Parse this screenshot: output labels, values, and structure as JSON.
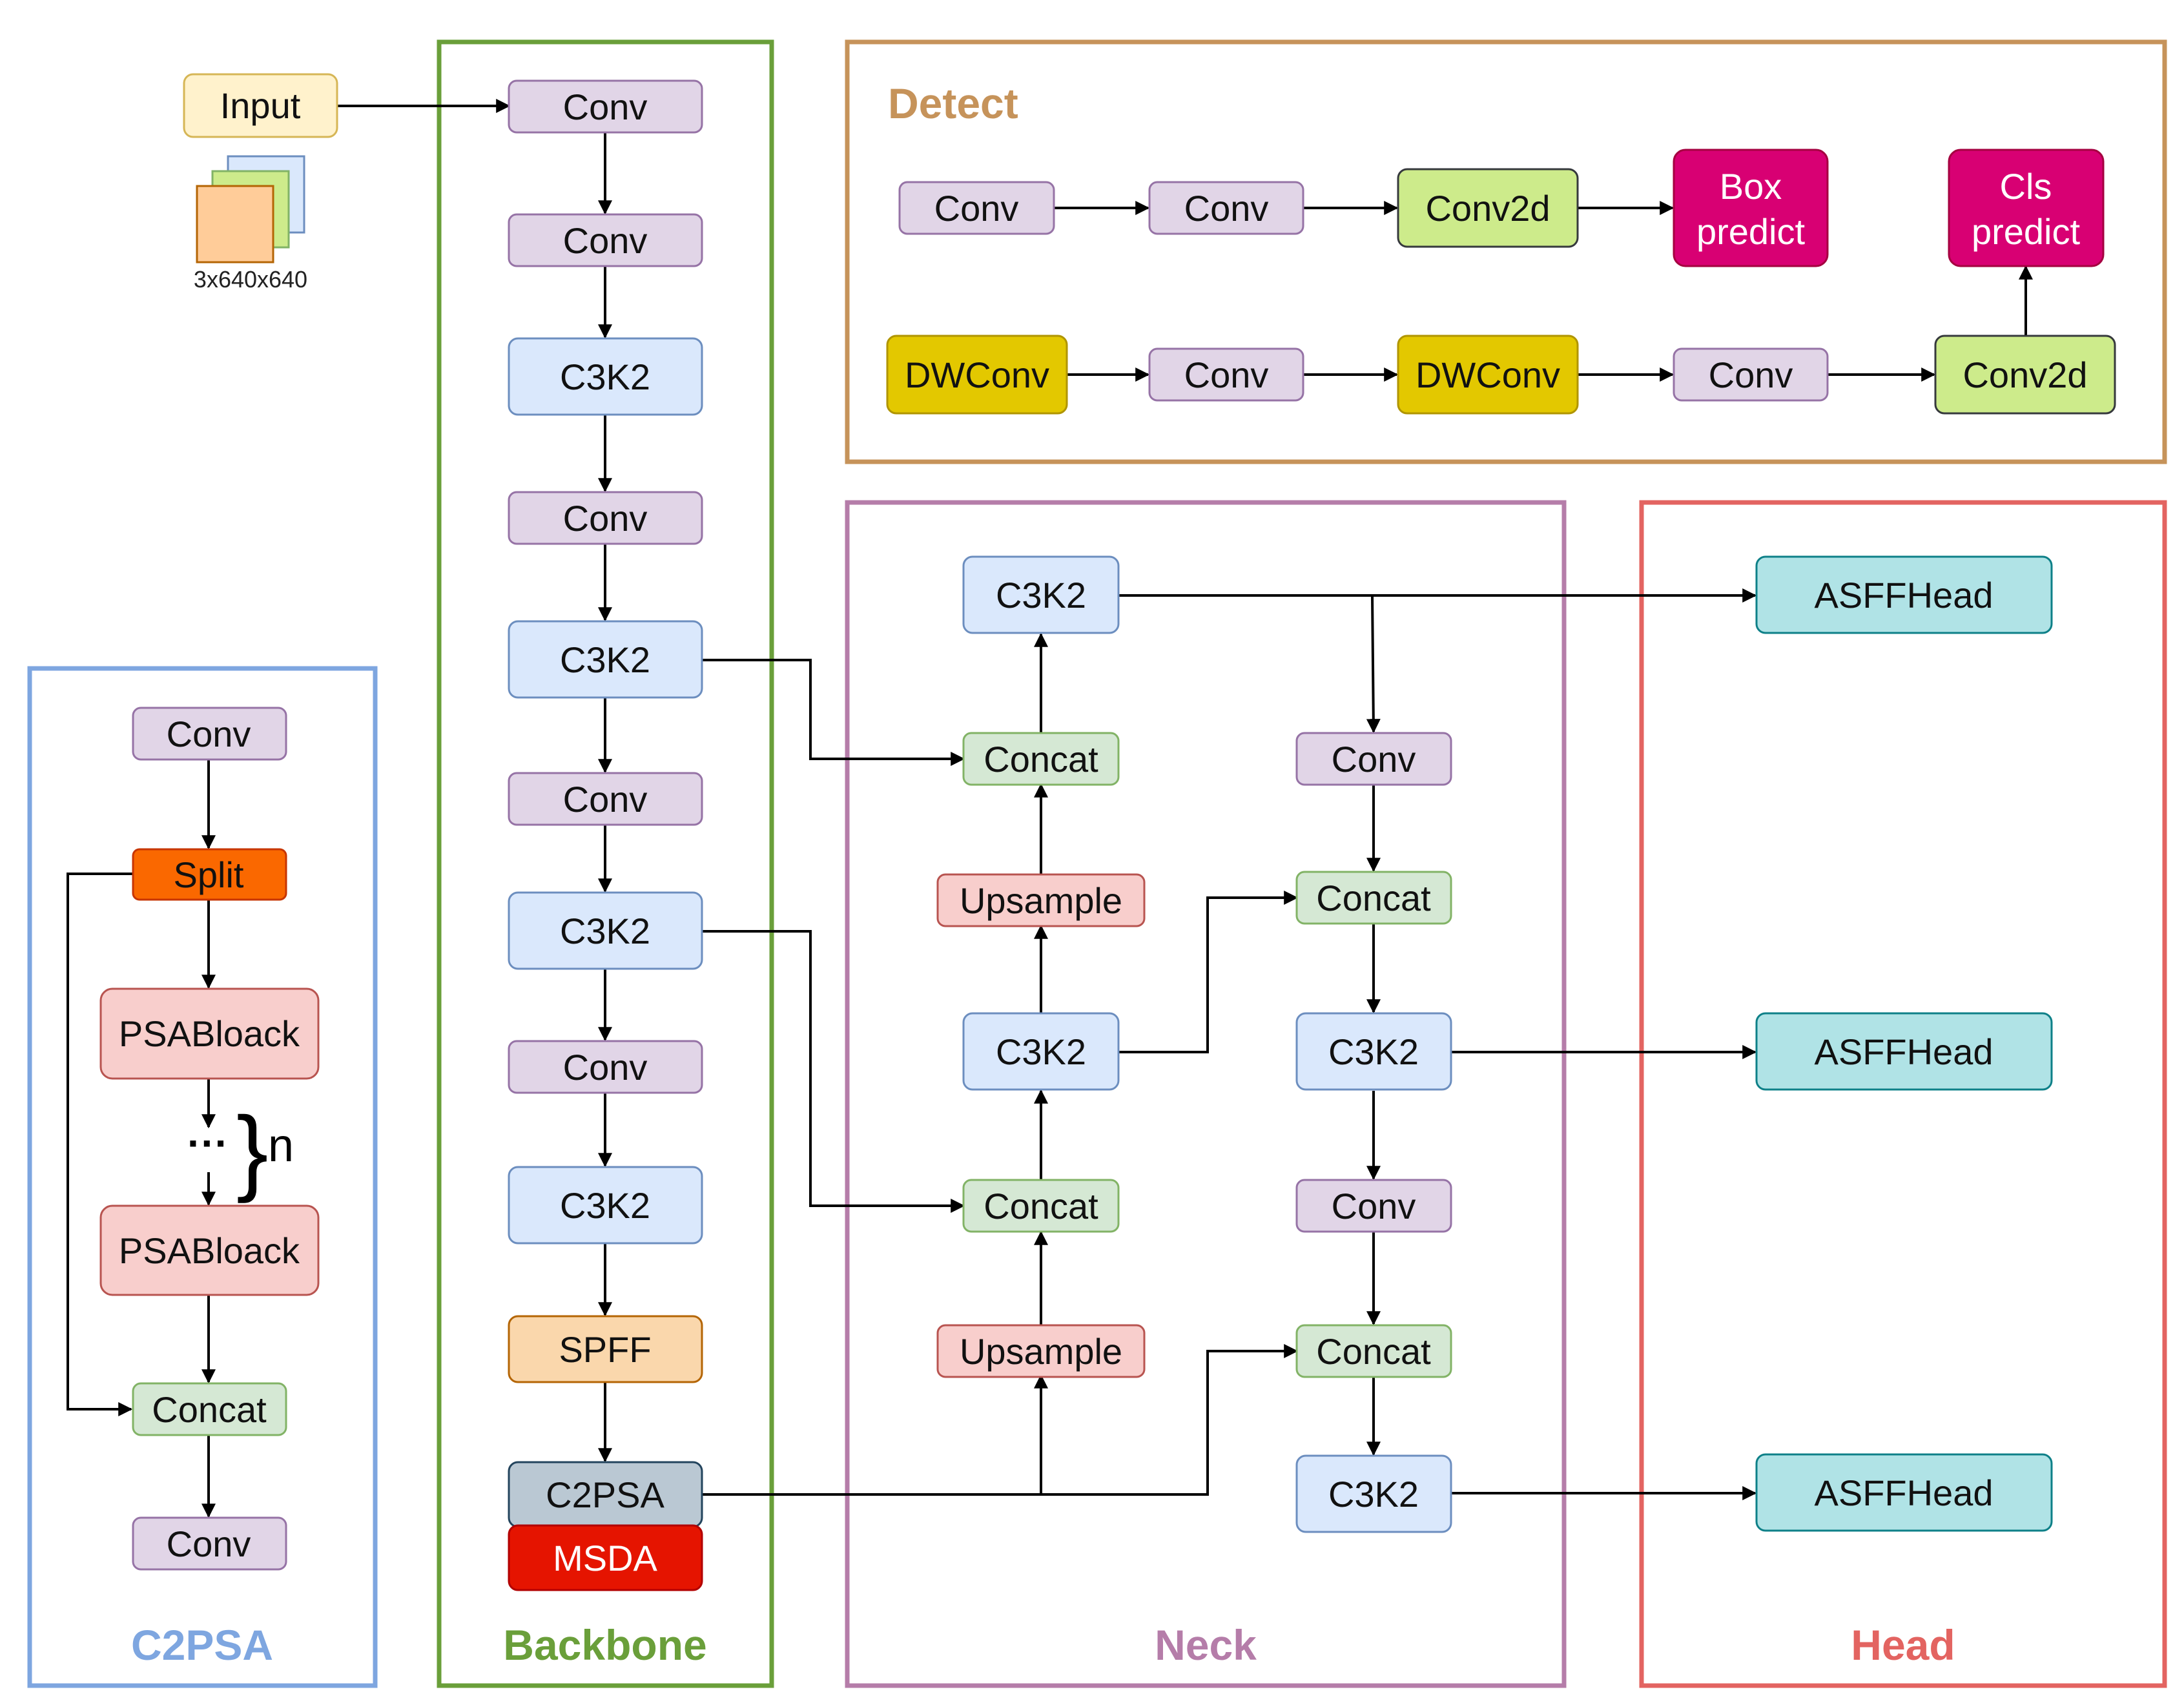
{
  "colors": {
    "conv_fill": "#E1D5E7",
    "conv_stroke": "#9673A6",
    "c3k2_fill": "#DAE8FC",
    "c3k2_stroke": "#6C8EBF",
    "concat_fill": "#D5E8D4",
    "concat_stroke": "#82B366",
    "upsample_fill": "#F8CECC",
    "upsample_stroke": "#B85450",
    "input_fill": "#FFF2CC",
    "input_stroke": "#D6B656",
    "spff_fill": "#FAD7AC",
    "spff_stroke": "#B46504",
    "c2psa_fill": "#BAC8D3",
    "c2psa_stroke": "#23445D",
    "msda_fill": "#E51400",
    "msda_stroke": "#B20000",
    "split_fill": "#FA6800",
    "split_stroke": "#C73500",
    "conv2d_fill": "#CDEB8B",
    "conv2d_stroke": "#36393D",
    "predict_fill": "#D80073",
    "predict_stroke": "#A50040",
    "dwconv_fill": "#E3C800",
    "dwconv_stroke": "#B09500",
    "asff_fill": "#B0E3E6",
    "asff_stroke": "#0E8088",
    "backbone": "#6A9F3A",
    "neck": "#B57DA9",
    "head": "#E36461",
    "c2psa_panel": "#7EA6E0",
    "detect": "#C6935A"
  },
  "input": {
    "label": "Input",
    "shape": "3x640x640"
  },
  "panels": {
    "c2psa": "C2PSA",
    "backbone": "Backbone",
    "neck": "Neck",
    "head": "Head",
    "detect": "Detect"
  },
  "backbone": {
    "conv1": "Conv",
    "conv2": "Conv",
    "c3k2_1": "C3K2",
    "conv3": "Conv",
    "c3k2_2": "C3K2",
    "conv4": "Conv",
    "c3k2_3": "C3K2",
    "conv5": "Conv",
    "c3k2_4": "C3K2",
    "spff": "SPFF",
    "c2psa": "C2PSA",
    "msda": "MSDA"
  },
  "c2psa_block": {
    "conv_top": "Conv",
    "split": "Split",
    "psa1": "PSABloack",
    "ellipsis": "···",
    "repeat": "n",
    "psa2": "PSABloack",
    "concat": "Concat",
    "conv_bottom": "Conv"
  },
  "neck": {
    "c3k2_top": "C3K2",
    "concat1": "Concat",
    "upsample1": "Upsample",
    "c3k2_mid": "C3K2",
    "concat2": "Concat",
    "upsample2": "Upsample",
    "conv_r1": "Conv",
    "concat_r1": "Concat",
    "c3k2_r1": "C3K2",
    "conv_r2": "Conv",
    "concat_r2": "Concat",
    "c3k2_r2": "C3K2"
  },
  "head": {
    "asff1": "ASFFHead",
    "asff2": "ASFFHead",
    "asff3": "ASFFHead"
  },
  "detect": {
    "row1": [
      "Conv",
      "Conv",
      "Conv2d"
    ],
    "box_line1": "Box",
    "box_line2": "predict",
    "cls_line1": "Cls",
    "cls_line2": "predict",
    "row2": [
      "DWConv",
      "Conv",
      "DWConv",
      "Conv",
      "Conv2d"
    ]
  }
}
